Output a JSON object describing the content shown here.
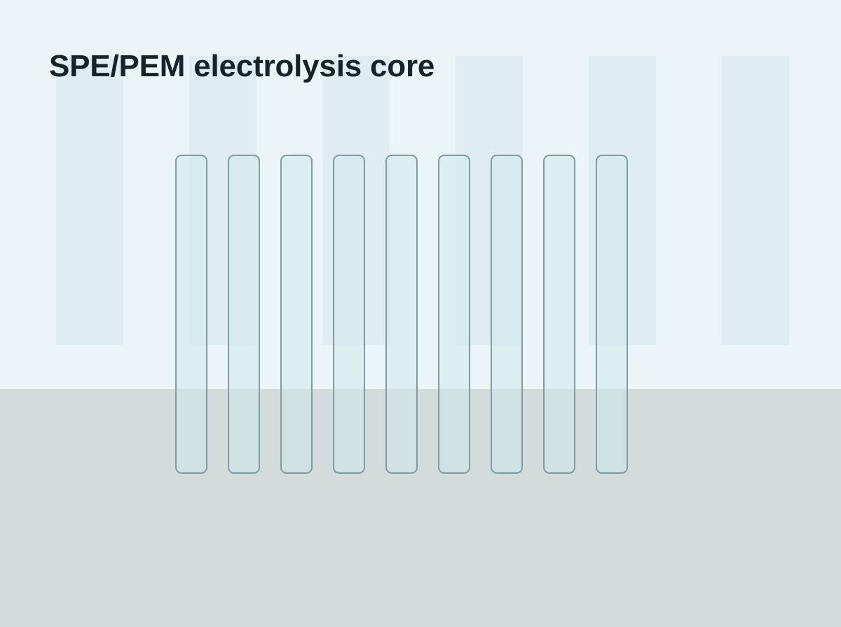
{
  "title": "SPE/PEM electrolysis core",
  "colors": {
    "background": "#ebf4f6",
    "floor": "#d3dcdb",
    "panel": "#dfedf2",
    "plate_stroke": "#7b9ea3",
    "title_text": "#16232b"
  },
  "background_panel_count": 6,
  "cell_plate_count": 9
}
